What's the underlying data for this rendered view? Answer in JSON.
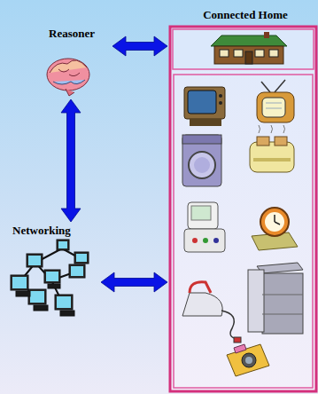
{
  "diagram": {
    "nodes": [
      {
        "text": [
          "Reasoner"
        ]
      },
      {
        "text": [
          "Networking"
        ]
      },
      {
        "text": [
          "Connected Home"
        ]
      }
    ],
    "edges": [
      {
        "from": 0,
        "to": 2,
        "arrow": "both"
      },
      {
        "from": 0,
        "to": 1,
        "arrow": "both"
      },
      {
        "from": 1,
        "to": 2,
        "arrow": "both"
      }
    ]
  }
}
